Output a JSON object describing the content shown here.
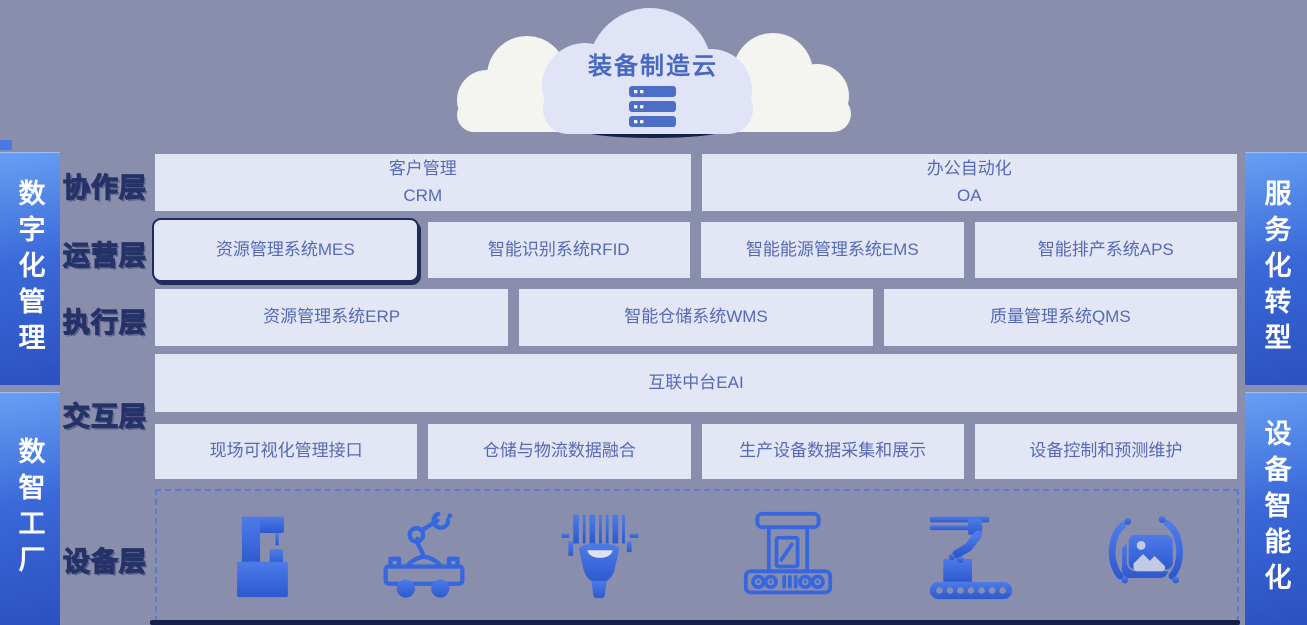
{
  "cloud": {
    "title": "装备制造云",
    "icon": "server-icon"
  },
  "sidebars": {
    "left": [
      "数字化管理",
      "数智工厂"
    ],
    "right": [
      "服务化转型",
      "设备智能化"
    ]
  },
  "layer_labels": [
    "协作层",
    "运营层",
    "执行层",
    "交互层",
    "设备层"
  ],
  "rows": {
    "collaboration": [
      {
        "title": "客户管理",
        "abbr": "CRM"
      },
      {
        "title": "办公自动化",
        "abbr": "OA"
      }
    ],
    "operation": [
      {
        "title": "资源管理系统MES",
        "highlighted": true
      },
      {
        "title": "智能识别系统RFID"
      },
      {
        "title": "智能能源管理系统EMS"
      },
      {
        "title": "智能排产系统APS"
      }
    ],
    "execution": [
      {
        "title": "资源管理系统ERP"
      },
      {
        "title": "智能仓储系统WMS"
      },
      {
        "title": "质量管理系统QMS"
      }
    ],
    "middleware": {
      "title": "互联中台EAI"
    },
    "interaction": [
      {
        "title": "现场可视化管理接口"
      },
      {
        "title": "仓储与物流数据融合"
      },
      {
        "title": "生产设备数据采集和展示"
      },
      {
        "title": "设备控制和预测维护"
      }
    ],
    "device_layer": {
      "icons": [
        {
          "name": "filling-machine-icon"
        },
        {
          "name": "agv-robot-arm-icon"
        },
        {
          "name": "barcode-scanner-icon"
        },
        {
          "name": "cnc-machine-icon"
        },
        {
          "name": "conveyor-robot-arm-icon"
        },
        {
          "name": "machine-vision-icon"
        }
      ]
    }
  },
  "colors": {
    "background": "#8a8ead",
    "panel_bg": "#e3e6f4",
    "panel_text": "#5569b6",
    "sidebar_blue_top": "#68a0f4",
    "sidebar_blue_bottom": "#2b51bf",
    "highlight_border": "#1d2a63",
    "dashed_border": "#5d7ace",
    "icon_blue": "#3767de",
    "cloud_main": "#e0e4f6",
    "cloud_side": "#f4f4ef",
    "cloud_title_text": "#4668c0",
    "shadow_navy": "#15204d"
  }
}
